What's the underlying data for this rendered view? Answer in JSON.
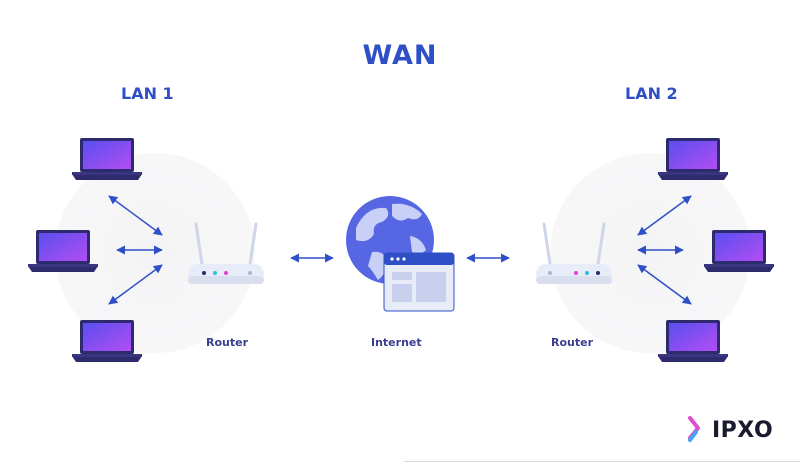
{
  "title": "WAN",
  "lan1": {
    "title": "LAN 1",
    "router_label": "Router"
  },
  "lan2": {
    "title": "LAN 2",
    "router_label": "Router"
  },
  "internet": {
    "label": "Internet"
  },
  "brand": {
    "name": "IPXO"
  },
  "colors": {
    "primary_blue": "#2f4fc7",
    "laptop_gradient_start": "#5a4ff0",
    "laptop_gradient_end": "#b24df2",
    "router_body": "#e8ecf8",
    "globe": "#5767e3"
  },
  "icons": [
    "laptop-icon",
    "router-icon",
    "globe-icon",
    "browser-window-icon",
    "ipxo-logo-icon",
    "double-arrow-icon"
  ]
}
